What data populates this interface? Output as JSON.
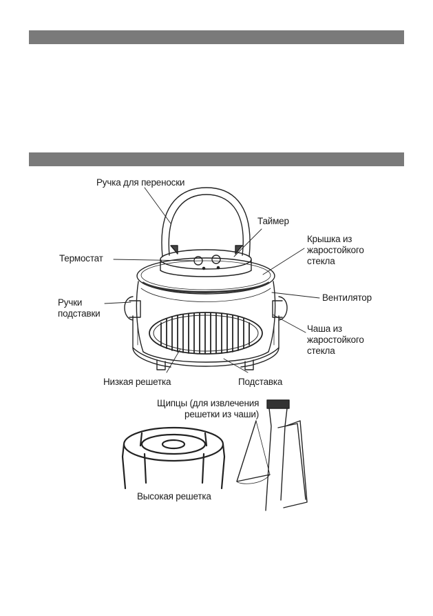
{
  "labels": {
    "handle": "Ручка для переноски",
    "timer": "Таймер",
    "lid_line1": "Крышка из",
    "lid_line2": "жаростойкого",
    "lid_line3": "стекла",
    "thermostat": "Термостат",
    "stand_handles_line1": "Ручки",
    "stand_handles_line2": "подставки",
    "fan": "Вентилятор",
    "bowl_line1": "Чаша из",
    "bowl_line2": "жаростойкого",
    "bowl_line3": "стекла",
    "low_rack": "Низкая решетка",
    "stand": "Подставка",
    "tongs_line1": "Щипцы (для извлечения",
    "tongs_line2": "решетки из чаши)",
    "high_rack": "Высокая решетка"
  }
}
